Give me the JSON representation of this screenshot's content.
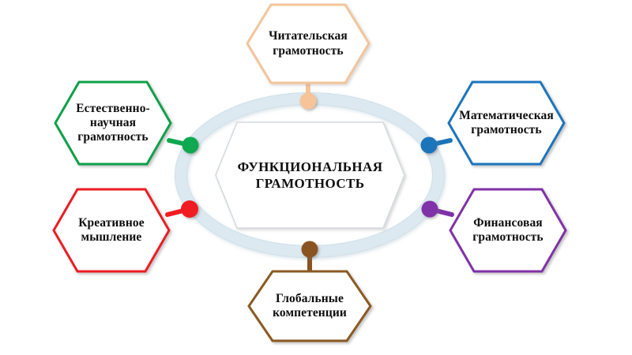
{
  "diagram": {
    "title": "ФУНКЦИОНАЛЬНАЯ ГРАМОТНОСТЬ",
    "center": {
      "label": "ФУНКЦИОНАЛЬНАЯ\nГРАМОТНОСТЬ",
      "shape": "hexagon",
      "border_color": "#d5d9e0",
      "fill_color": "#ffffff"
    },
    "ring": {
      "color": "#dce9f1",
      "shape": "ellipse-ring"
    },
    "nodes": [
      {
        "id": "reading-literacy",
        "label": "Читательская\nграмотность",
        "color": "#f3c49a",
        "dot_color": "#f7c49a",
        "position": "top"
      },
      {
        "id": "science-literacy",
        "label": "Естественно-\nнаучная\nграмотность",
        "color": "#0ba04a",
        "dot_color": "#10a84f",
        "position": "left-top"
      },
      {
        "id": "math-literacy",
        "label": "Математическая\nграмотность",
        "color": "#1b75bb",
        "dot_color": "#1b75bb",
        "position": "right-top"
      },
      {
        "id": "creative-thinking",
        "label": "Креативное\nмышление",
        "color": "#ed1c24",
        "dot_color": "#f01c22",
        "position": "left-bottom"
      },
      {
        "id": "financial-literacy",
        "label": "Финансовая\nграмотность",
        "color": "#8031a7",
        "dot_color": "#8031a7",
        "position": "right-bottom"
      },
      {
        "id": "global-competence",
        "label": "Глобальные\nкомпетенции",
        "color": "#8b5a20",
        "dot_color": "#8a5320",
        "position": "bottom"
      }
    ]
  }
}
